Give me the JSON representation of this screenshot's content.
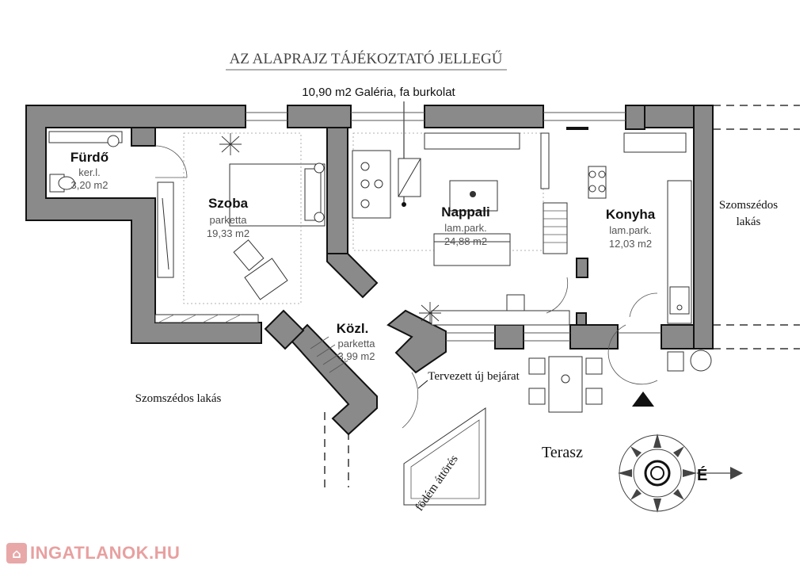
{
  "title": "AZ ALAPRAJZ TÁJÉKOZTATÓ JELLEGŰ",
  "gallery_note": "10,90 m2 Galéria, fa burkolat",
  "rooms": {
    "furdo": {
      "name": "Fürdő",
      "floor": "ker.l.",
      "area": "3,20  m2"
    },
    "szoba": {
      "name": "Szoba",
      "floor": "parketta",
      "area": "19,33  m2"
    },
    "nappali": {
      "name": "Nappali",
      "floor": "lam.park.",
      "area": "24,88  m2"
    },
    "konyha": {
      "name": "Konyha",
      "floor": "lam.park.",
      "area": "12,03  m2"
    },
    "kozl": {
      "name": "Közl.",
      "floor": "parketta",
      "area": "3,99  m2"
    }
  },
  "labels": {
    "neighbor_right_1": "Szomszédos",
    "neighbor_right_2": "lakás",
    "neighbor_left": "Szomszédos lakás",
    "entrance": "Tervezett új bejárat",
    "terrace": "Terasz",
    "opening": "födém áttörés",
    "compass_n": "É"
  },
  "watermark": {
    "icon": "house-icon",
    "text": "INGATLANOK.HU"
  }
}
